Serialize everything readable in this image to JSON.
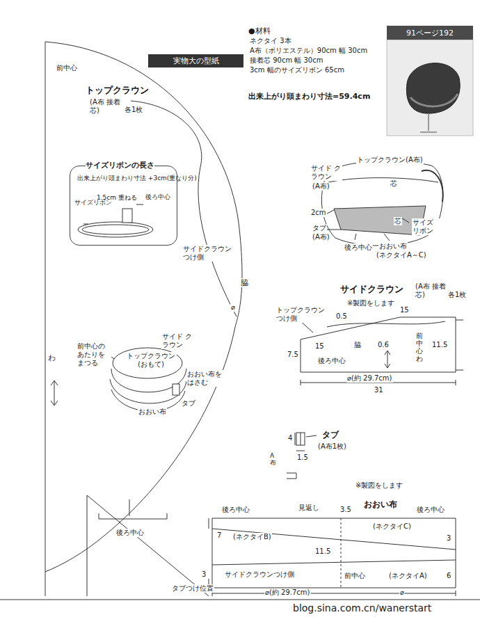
{
  "diagram": {
    "nodes": [
      {
        "text": [
          "実物大の型紙"
        ]
      },
      {
        "text": [
          "91ページ192"
        ]
      },
      {
        "text": [
          "サイズリボンの長さ",
          "出来上がり頭まわり寸法 +3cm(重なり分)",
          "1.5cm 重ねる",
          "後ろ中心",
          "サイズリボン"
        ]
      }
    ],
    "labels": [
      "前中心",
      "トップクラウン",
      "(A布 接着芯)",
      "各1枚",
      "サイドクラウン つけ側",
      "脇",
      "⌀",
      "わ",
      "前中心の あたりを まつる",
      "トップクラウン (おもて)",
      "サイド クラウン",
      "おおい布を はさむ",
      "タブ",
      "おおい布",
      "後ろ中心",
      "●材料",
      "ネクタイ 3本",
      "A布（ポリエステル）90cm 幅 30cm",
      "接着芯 90cm 幅 30cm",
      "3cm 幅のサイズリボン 65cm",
      "出来上がり頭まわり寸法=59.4cm",
      "トップクラウン(A布)",
      "サイド クラウン",
      "(A布)",
      "芯",
      "2cm",
      "タブ",
      "(A布)",
      "芯",
      "サイズ リボン",
      "後ろ中心",
      "おおい布",
      "(ネクタイA～C)",
      "サイドクラウン",
      "(A布 接着芯)",
      "各1枚",
      "※製図をします",
      "トップクラウン つけ側",
      "0.5",
      "15",
      "15",
      "脇",
      "0.6",
      "前中心わ",
      "11.5",
      "7.5",
      "後ろ中心",
      "⌀(約 29.7cm)",
      "31",
      "4",
      "タブ",
      "(A布1枚)",
      "1.5",
      "A布",
      "※製図をします",
      "後ろ中心",
      "見返し",
      "3.5",
      "おおい布",
      "後ろ中心",
      "(ネクタイC)",
      "7",
      "(ネクタイB)",
      "11.5",
      "3",
      "3",
      "サイドクラウンつけ側",
      "前中心",
      "(ネクタイA)",
      "6",
      "タブつけ位置",
      "⌀(約 29.7cm)",
      "⌀",
      "blog.sina.com.cn/wanerstart"
    ]
  }
}
